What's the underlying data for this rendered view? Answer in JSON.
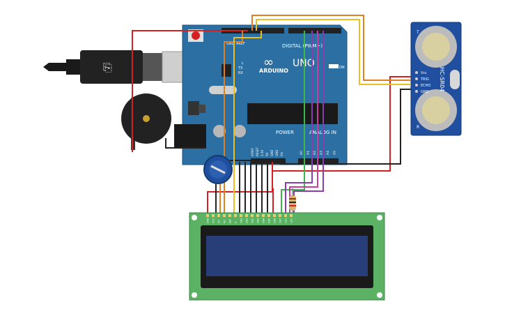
{
  "arduino": {
    "brand": "ARDUINO",
    "model": "UNO",
    "digital_label": "DIGITAL (PWM~)",
    "power_label": "POWER",
    "analog_label": "ANALOG IN",
    "tx_label": "TX",
    "rx_label": "RX",
    "on_label": "ON",
    "l_label": "L",
    "aref_label": "AREF",
    "gnd_label": "GND",
    "power_pins": [
      "IOREF",
      "RESET",
      "3.3V",
      "5V",
      "GND",
      "GND",
      "Vin"
    ],
    "analog_pins": [
      "A0",
      "A1",
      "A2",
      "A3",
      "A4",
      "A5"
    ]
  },
  "sensor": {
    "name": "HC-SR04",
    "pins": [
      "Vcc",
      "TRIG",
      "ECHO",
      "GND"
    ],
    "t_label": "T",
    "r_label": "R"
  },
  "lcd": {
    "pins": [
      "GND",
      "VCC",
      "V0",
      "RS",
      "RW",
      "E",
      "DB0",
      "DB1",
      "DB2",
      "DB3",
      "DB4",
      "DB5",
      "DB6",
      "DB7",
      "LED",
      "LED"
    ]
  },
  "colors": {
    "arduino_board": "#2b6fa3",
    "sensor_board": "#1f4f9e",
    "lcd_pcb": "#5bb264",
    "lcd_screen": "#283e78",
    "wire_red": "#d42020",
    "wire_black": "#222222",
    "wire_orange": "#e08020",
    "wire_yellow": "#e8c020",
    "wire_green": "#3cb84a",
    "wire_purple": "#8a3cb0",
    "wire_pink": "#c83ca0"
  }
}
